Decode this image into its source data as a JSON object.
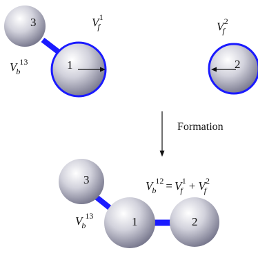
{
  "top": {
    "sphere_1": "1",
    "sphere_2": "2",
    "sphere_3": "3",
    "vf1": {
      "base": "V",
      "sub": "f",
      "sup": "1"
    },
    "vf2": {
      "base": "V",
      "sub": "f",
      "sup": "2"
    },
    "vb13": {
      "base": "V",
      "sub": "b",
      "sup": "13"
    }
  },
  "arrow_label": "Formation",
  "bottom": {
    "sphere_1": "1",
    "sphere_2": "2",
    "sphere_3": "3",
    "vb13": {
      "base": "V",
      "sub": "b",
      "sup": "13"
    },
    "equation": {
      "lhs": {
        "base": "V",
        "sub": "b",
        "sup": "12"
      },
      "eq": "=",
      "t1": {
        "base": "V",
        "sub": "f",
        "sup": "1"
      },
      "plus": "+",
      "t2": {
        "base": "V",
        "sub": "f",
        "sup": "2"
      }
    }
  },
  "colors": {
    "bond": "#1a1aff",
    "outline": "#1a1aff",
    "sphere_light": "#ffffff",
    "sphere_dark": "#6d6d7e"
  }
}
